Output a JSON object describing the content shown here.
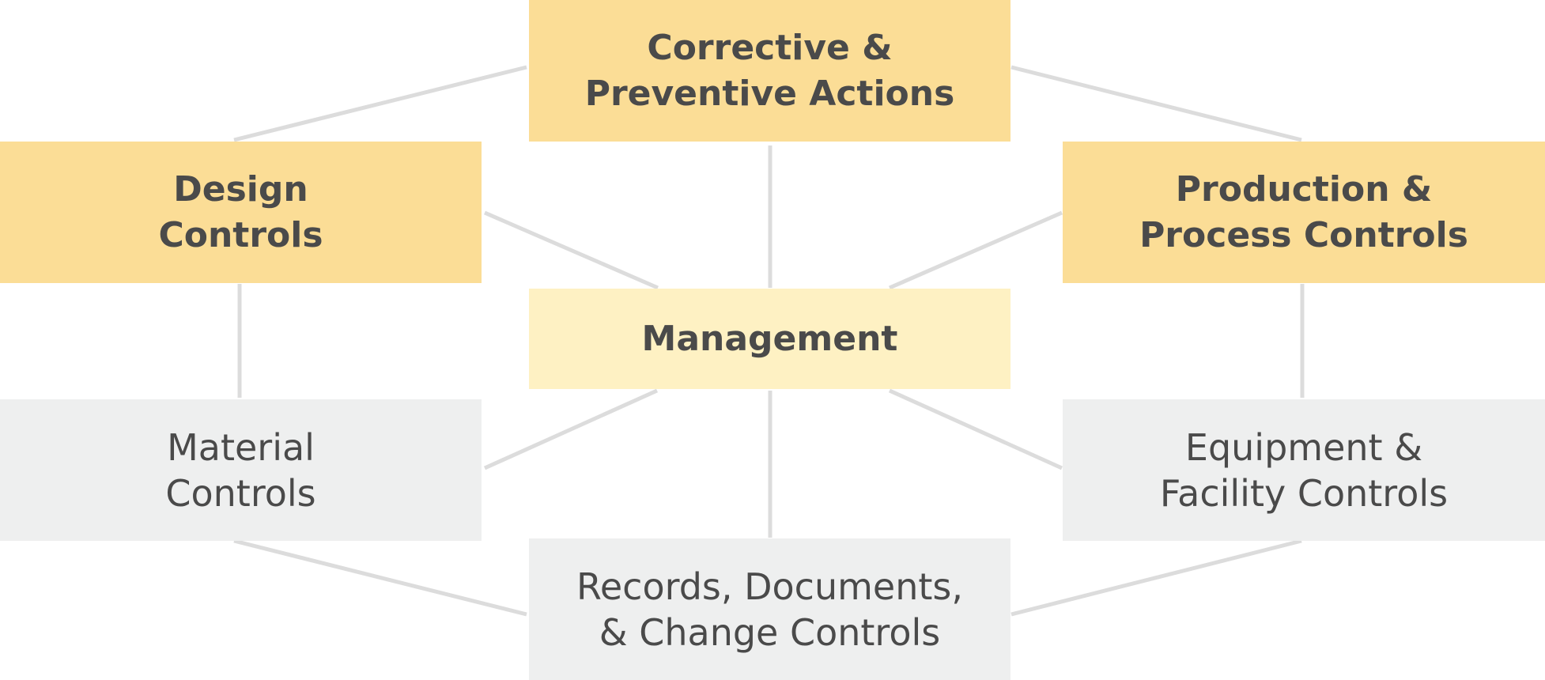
{
  "diagram": {
    "nodes": {
      "corrective": {
        "label": "Corrective &\nPreventive Actions"
      },
      "design": {
        "label": "Design\nControls"
      },
      "production": {
        "label": "Production &\nProcess Controls"
      },
      "management": {
        "label": "Management"
      },
      "material": {
        "label": "Material\nControls"
      },
      "equipment": {
        "label": "Equipment &\nFacility Controls"
      },
      "records": {
        "label": "Records, Documents,\n& Change Controls"
      }
    },
    "edges": [
      {
        "from": "corrective",
        "to": "design"
      },
      {
        "from": "corrective",
        "to": "production"
      },
      {
        "from": "corrective",
        "to": "management"
      },
      {
        "from": "design",
        "to": "management"
      },
      {
        "from": "production",
        "to": "management"
      },
      {
        "from": "design",
        "to": "material"
      },
      {
        "from": "production",
        "to": "equipment"
      },
      {
        "from": "management",
        "to": "material"
      },
      {
        "from": "management",
        "to": "equipment"
      },
      {
        "from": "management",
        "to": "records"
      },
      {
        "from": "material",
        "to": "records"
      },
      {
        "from": "equipment",
        "to": "records"
      }
    ],
    "colors": {
      "primary_fill": "#fbdd96",
      "center_fill": "#fef1c3",
      "secondary_fill": "#eeefef",
      "connector": "#dcdcdc",
      "text": "#4a4a4a"
    }
  }
}
